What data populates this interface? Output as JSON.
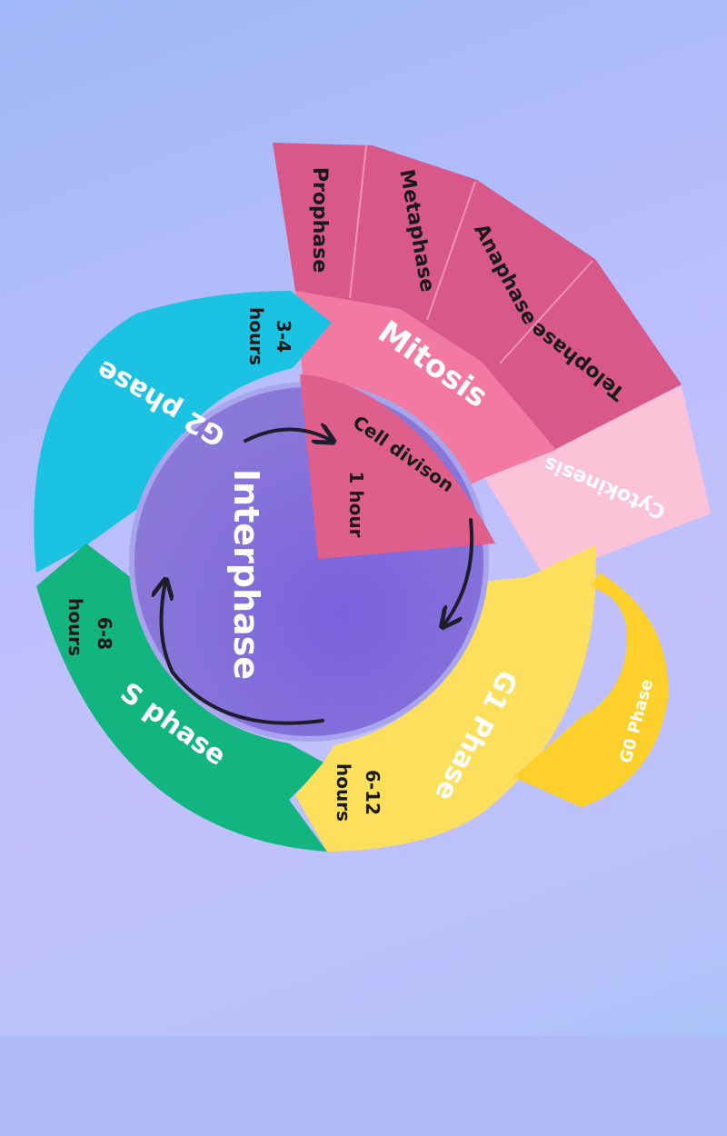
{
  "center": {
    "label": "Interphase"
  },
  "mitosis": {
    "label": "Mitosis",
    "cell_division": "Cell divison",
    "duration": "1 hour",
    "stages": [
      "Prophase",
      "Metaphase",
      "Anaphase",
      "Telophase"
    ],
    "cytokinesis": "Cytokinesis"
  },
  "phases": {
    "g1": {
      "label": "G1 Phase",
      "duration_value": "6-12",
      "duration_unit": "hours"
    },
    "s": {
      "label": "S phase",
      "duration_value": "6-8",
      "duration_unit": "hours"
    },
    "g2": {
      "label": "G2 phase",
      "duration_value": "3-4",
      "duration_unit": "hours"
    },
    "g0": {
      "label": "G0 Phase"
    }
  },
  "colors": {
    "interphase": "#7d6ad9",
    "g1": "#fddf5e",
    "s": "#12b47f",
    "g2": "#1cc2e2",
    "g0": "#fdd02c",
    "mitosis": "#f27aa2",
    "mitosis_inner": "#df5f8c",
    "stages": "#d85889",
    "cytokinesis": "#fcc3d8",
    "dark_text": "#1a1a1a",
    "light_text": "#ffffff"
  }
}
